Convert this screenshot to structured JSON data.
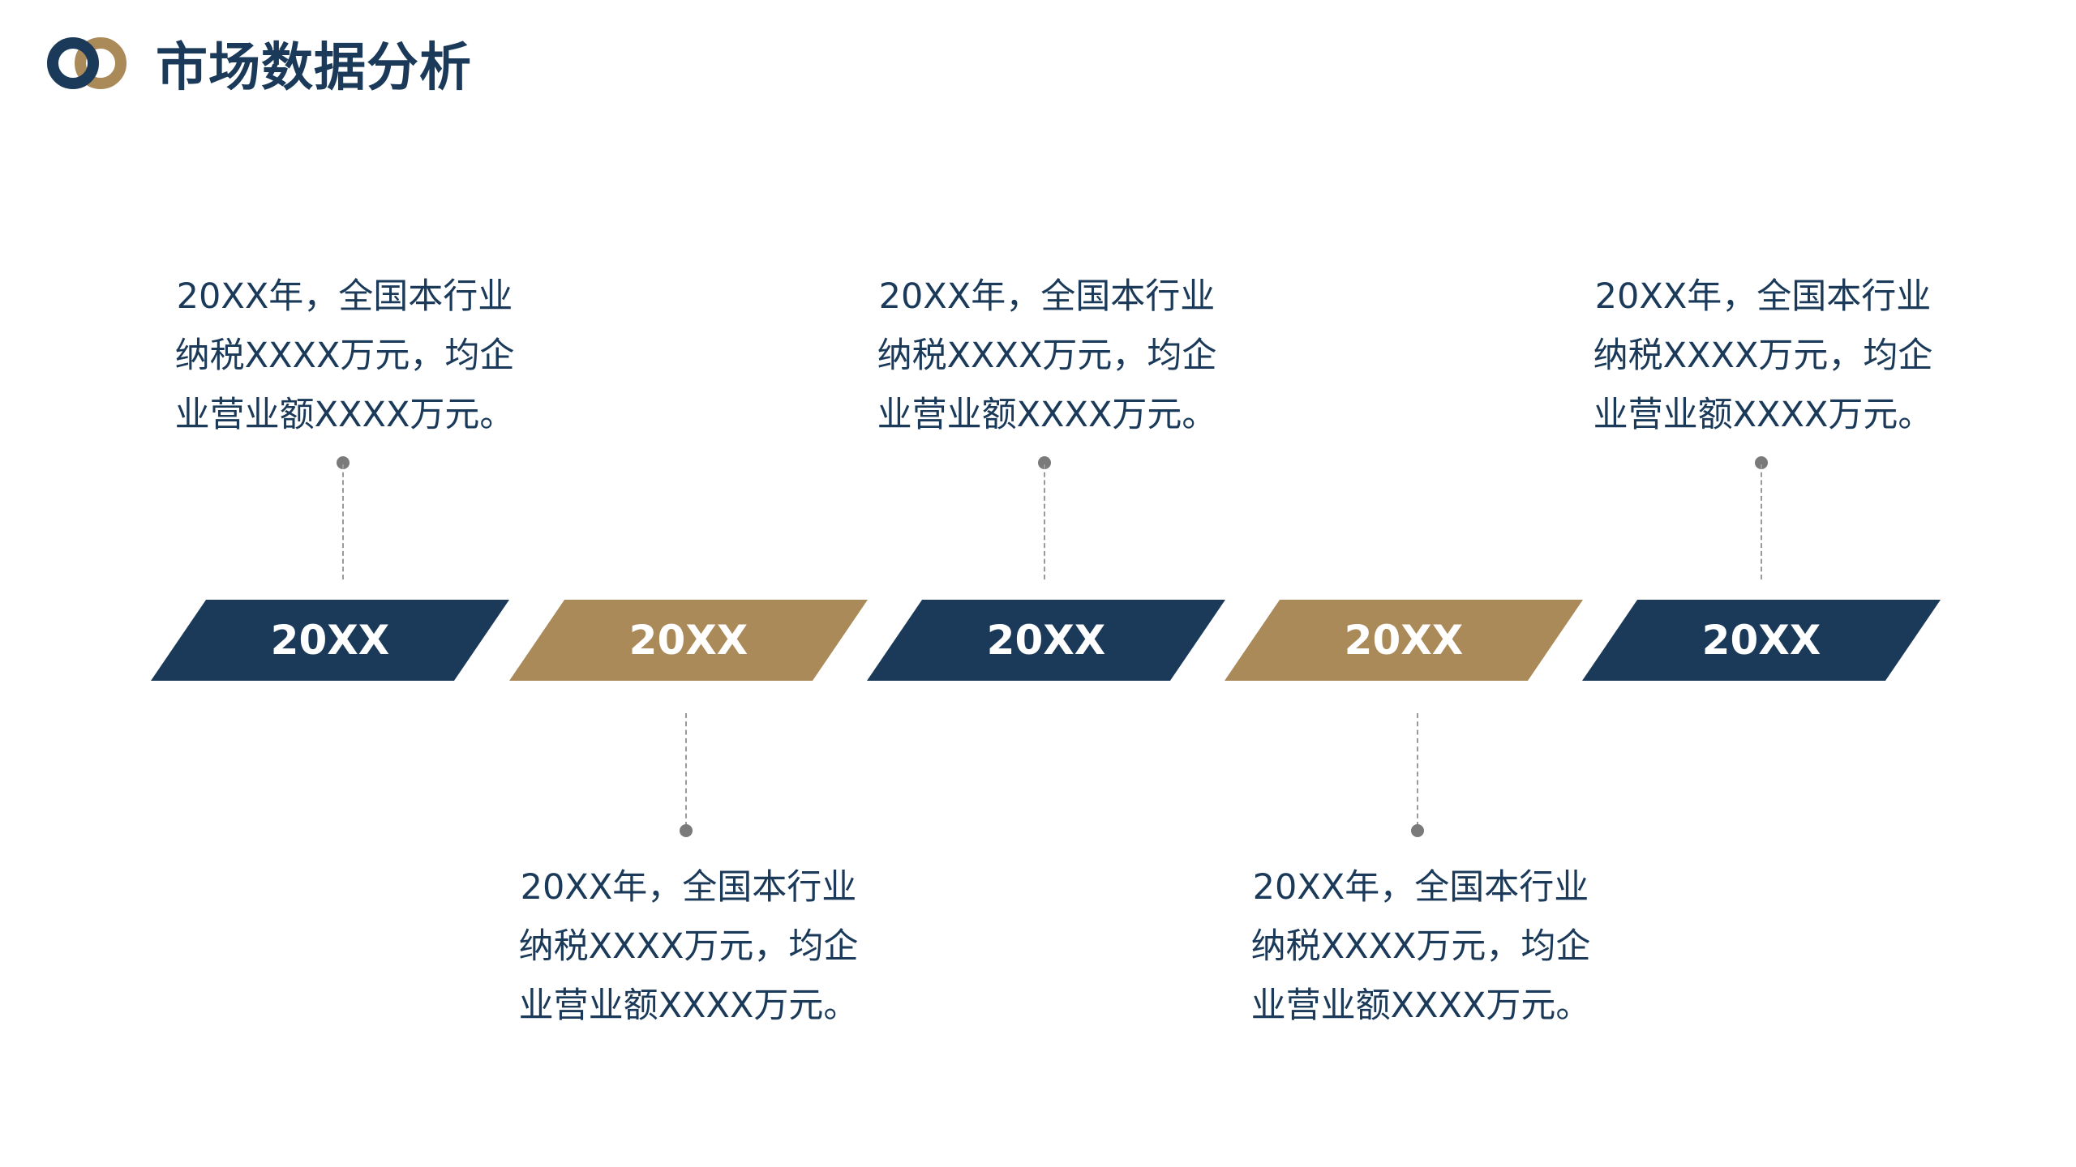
{
  "title": "市场数据分析",
  "colors": {
    "navy": "#1B3A59",
    "gold": "#AB8A59",
    "connector": "#9a9a9a"
  },
  "logo": {
    "icon": "interlocking-rings-logo"
  },
  "timeline": [
    {
      "year": "20XX",
      "color": "navy",
      "position": "above",
      "text": [
        "20XX年，全国本行业",
        "纳税XXXX万元，均企",
        "业营业额XXXX万元。"
      ]
    },
    {
      "year": "20XX",
      "color": "gold",
      "position": "below",
      "text": [
        "20XX年，全国本行业",
        "纳税XXXX万元，均企",
        "业营业额XXXX万元。"
      ]
    },
    {
      "year": "20XX",
      "color": "navy",
      "position": "above",
      "text": [
        "20XX年，全国本行业",
        "纳税XXXX万元，均企",
        "业营业额XXXX万元。"
      ]
    },
    {
      "year": "20XX",
      "color": "gold",
      "position": "below",
      "text": [
        "20XX年，全国本行业",
        "纳税XXXX万元，均企",
        "业营业额XXXX万元。"
      ]
    },
    {
      "year": "20XX",
      "color": "navy",
      "position": "above",
      "text": [
        "20XX年，全国本行业",
        "纳税XXXX万元，均企",
        "业营业额XXXX万元。"
      ]
    }
  ]
}
